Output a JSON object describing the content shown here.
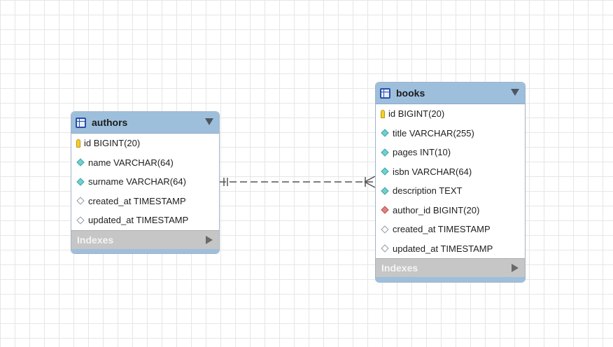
{
  "tables": {
    "authors": {
      "name": "authors",
      "columns": [
        {
          "label": "id BIGINT(20)",
          "kind": "primary-key"
        },
        {
          "label": "name VARCHAR(64)",
          "kind": "not-null"
        },
        {
          "label": "surname VARCHAR(64)",
          "kind": "not-null"
        },
        {
          "label": "created_at TIMESTAMP",
          "kind": "nullable"
        },
        {
          "label": "updated_at TIMESTAMP",
          "kind": "nullable"
        }
      ],
      "indexes_label": "Indexes"
    },
    "books": {
      "name": "books",
      "columns": [
        {
          "label": "id BIGINT(20)",
          "kind": "primary-key"
        },
        {
          "label": "title VARCHAR(255)",
          "kind": "not-null"
        },
        {
          "label": "pages INT(10)",
          "kind": "not-null"
        },
        {
          "label": "isbn VARCHAR(64)",
          "kind": "not-null"
        },
        {
          "label": "description TEXT",
          "kind": "not-null"
        },
        {
          "label": "author_id BIGINT(20)",
          "kind": "foreign-key"
        },
        {
          "label": "created_at TIMESTAMP",
          "kind": "nullable"
        },
        {
          "label": "updated_at TIMESTAMP",
          "kind": "nullable"
        }
      ],
      "indexes_label": "Indexes"
    }
  },
  "relationship": {
    "from": "authors",
    "to": "books",
    "from_cardinality": "one-and-only-one",
    "to_cardinality": "one-or-many",
    "style": "dashed"
  },
  "colors": {
    "header": "#9dbfdc",
    "primary_key": "#f5cf2a",
    "not_null": "#72cfd0",
    "foreign_key": "#e38080",
    "indexes_bar": "#c6c6c6",
    "connector": "#555555"
  }
}
